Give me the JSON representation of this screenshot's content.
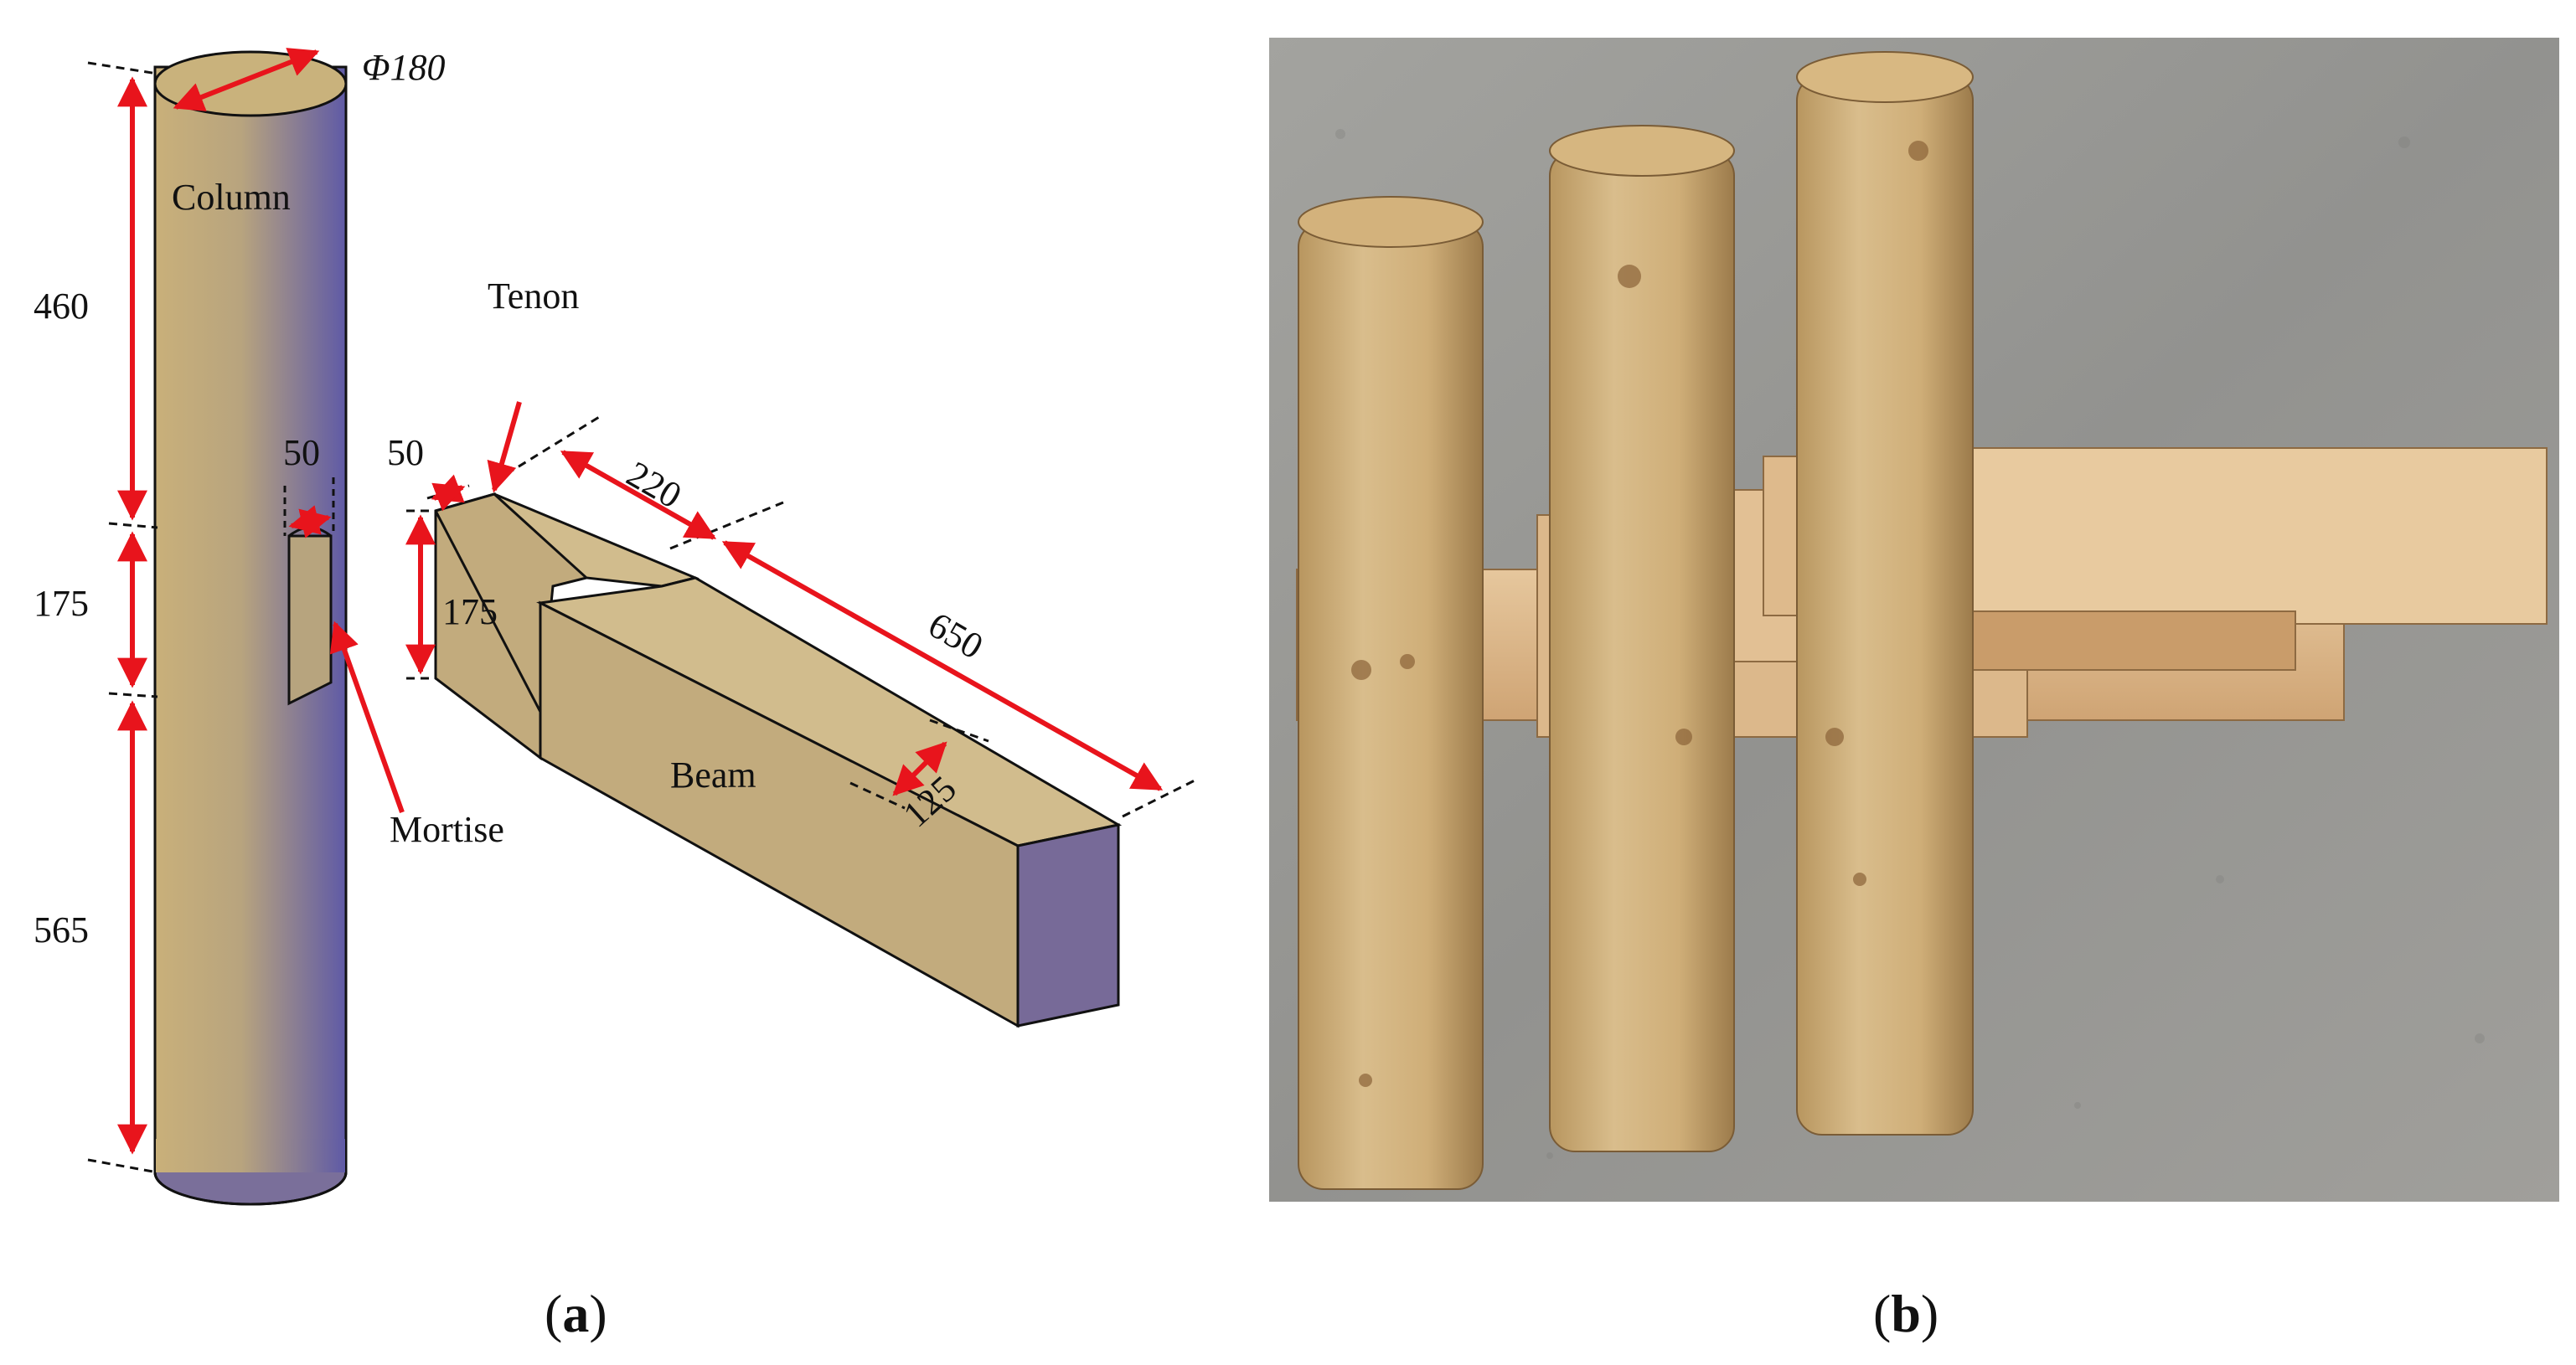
{
  "panel_a": {
    "dimensions": {
      "diameter": "Φ180",
      "upper_height": "460",
      "mortise_height": "175",
      "lower_height": "565",
      "mortise_width": "50",
      "tenon_width": "50",
      "tenon_height": "175",
      "tenon_length": "220",
      "beam_length": "650",
      "beam_width": "125"
    },
    "labels": {
      "column": "Column",
      "tenon": "Tenon",
      "mortise": "Mortise",
      "beam": "Beam"
    },
    "caption": {
      "open": "(",
      "letter": "a",
      "close": ")"
    }
  },
  "panel_b": {
    "caption": {
      "open": "(",
      "letter": "b",
      "close": ")"
    }
  },
  "colors": {
    "wood": "#c8b27a",
    "shade": "#6f6a99",
    "dimension": "#e8141c",
    "concrete": "#9a9a97",
    "timber": "#d8b48a"
  }
}
